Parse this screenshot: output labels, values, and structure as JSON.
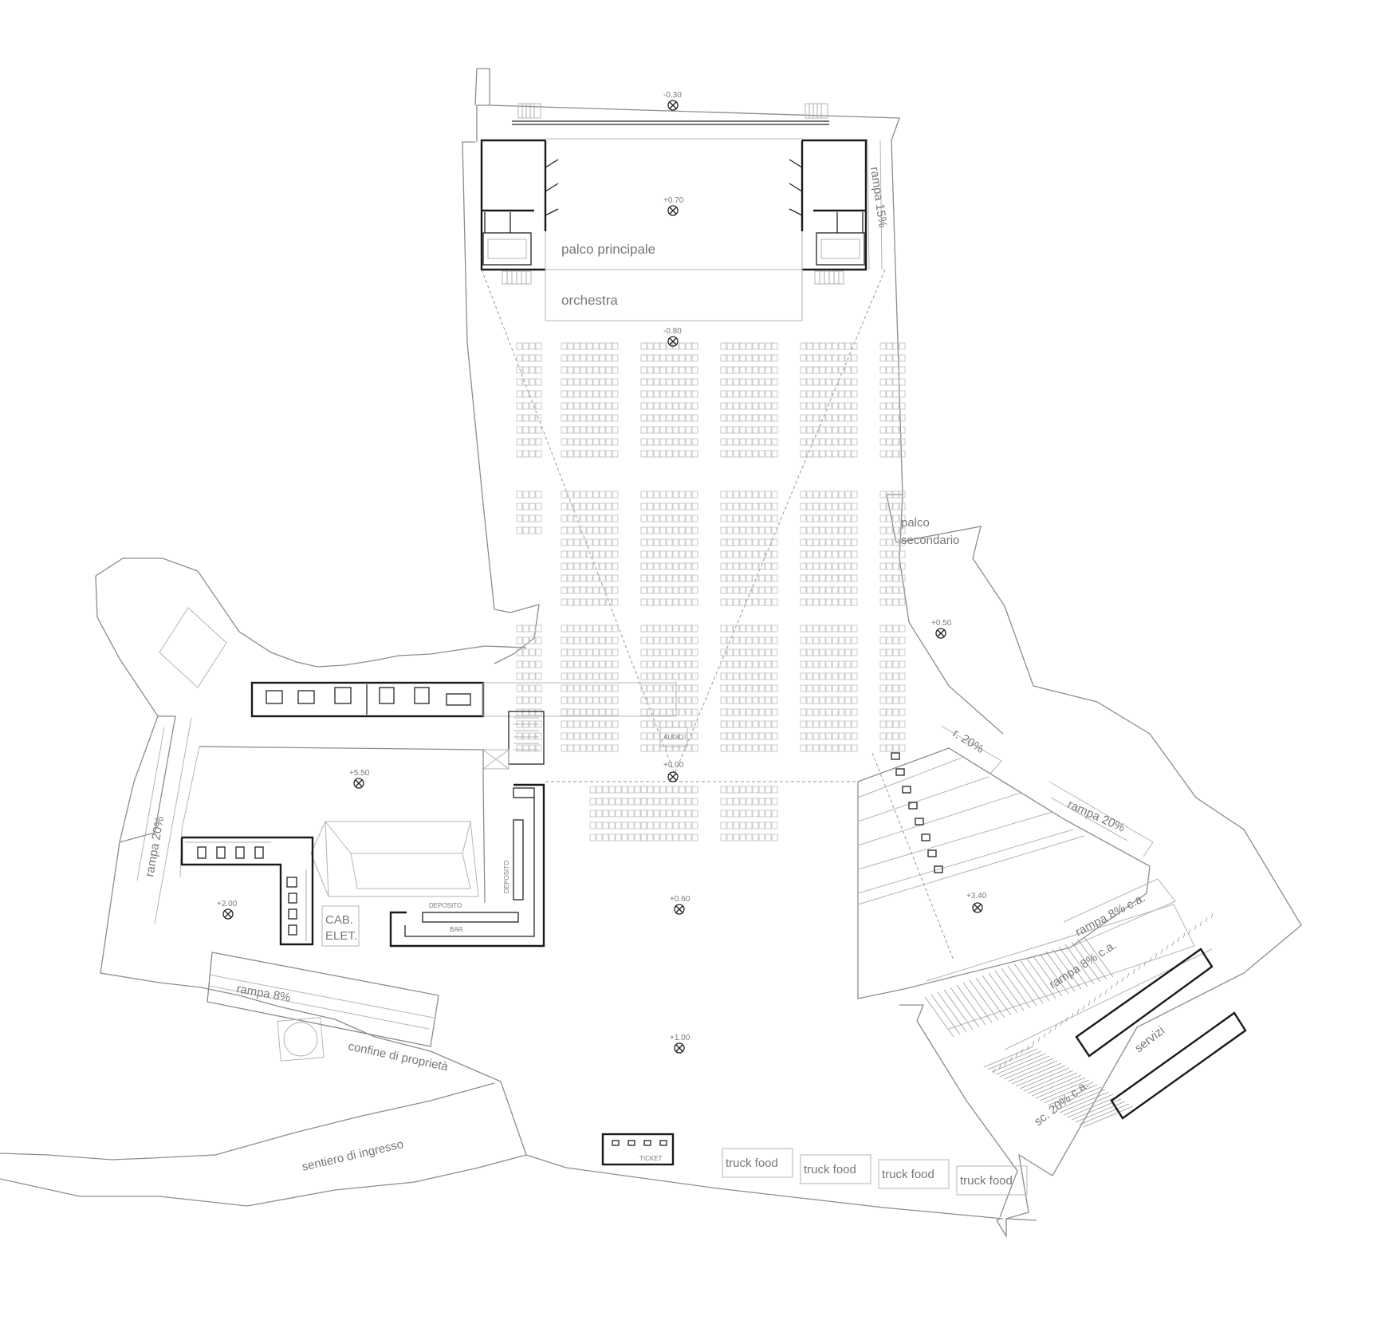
{
  "plan": {
    "spaces": {
      "palco_principale": "palco principale",
      "orchestra": "orchestra",
      "palco_secondario_line1": "palco",
      "palco_secondario_line2": "secondario",
      "sentiero": "sentiero di ingresso",
      "confine": "confine di proprietà",
      "servizi": "servizi",
      "cab_line1": "CAB.",
      "cab_line2": "ELET.",
      "audio": "AUDIO",
      "ticket": "TICKET",
      "deposito_h": "DEPOSITO",
      "deposito_v": "DEPOSITO",
      "bar": "BAR"
    },
    "ramps": {
      "rampa_15": "rampa 15%",
      "rampa_20_left": "rampa 20%",
      "rampa_20_right": "rampa 20%",
      "r_20": "r. 20%",
      "rampa_8": "rampa 8%",
      "rampa_8_ca_1": "rampa 8% c.a.",
      "rampa_8_ca_2": "rampa 8% c.a.",
      "sc_20_ca": "sc. 20% c.a."
    },
    "food_trucks": [
      "truck food",
      "truck food",
      "truck food",
      "truck food"
    ],
    "elevations": {
      "e_m030": "-0.30",
      "e_070": "+0.70",
      "e_m080": "-0.80",
      "e_050": "+0.50",
      "e_000": "+0.00",
      "e_550": "+5.50",
      "e_200": "+2.00",
      "e_060": "+0.60",
      "e_340": "+3.40",
      "e_100": "+1.00"
    }
  }
}
